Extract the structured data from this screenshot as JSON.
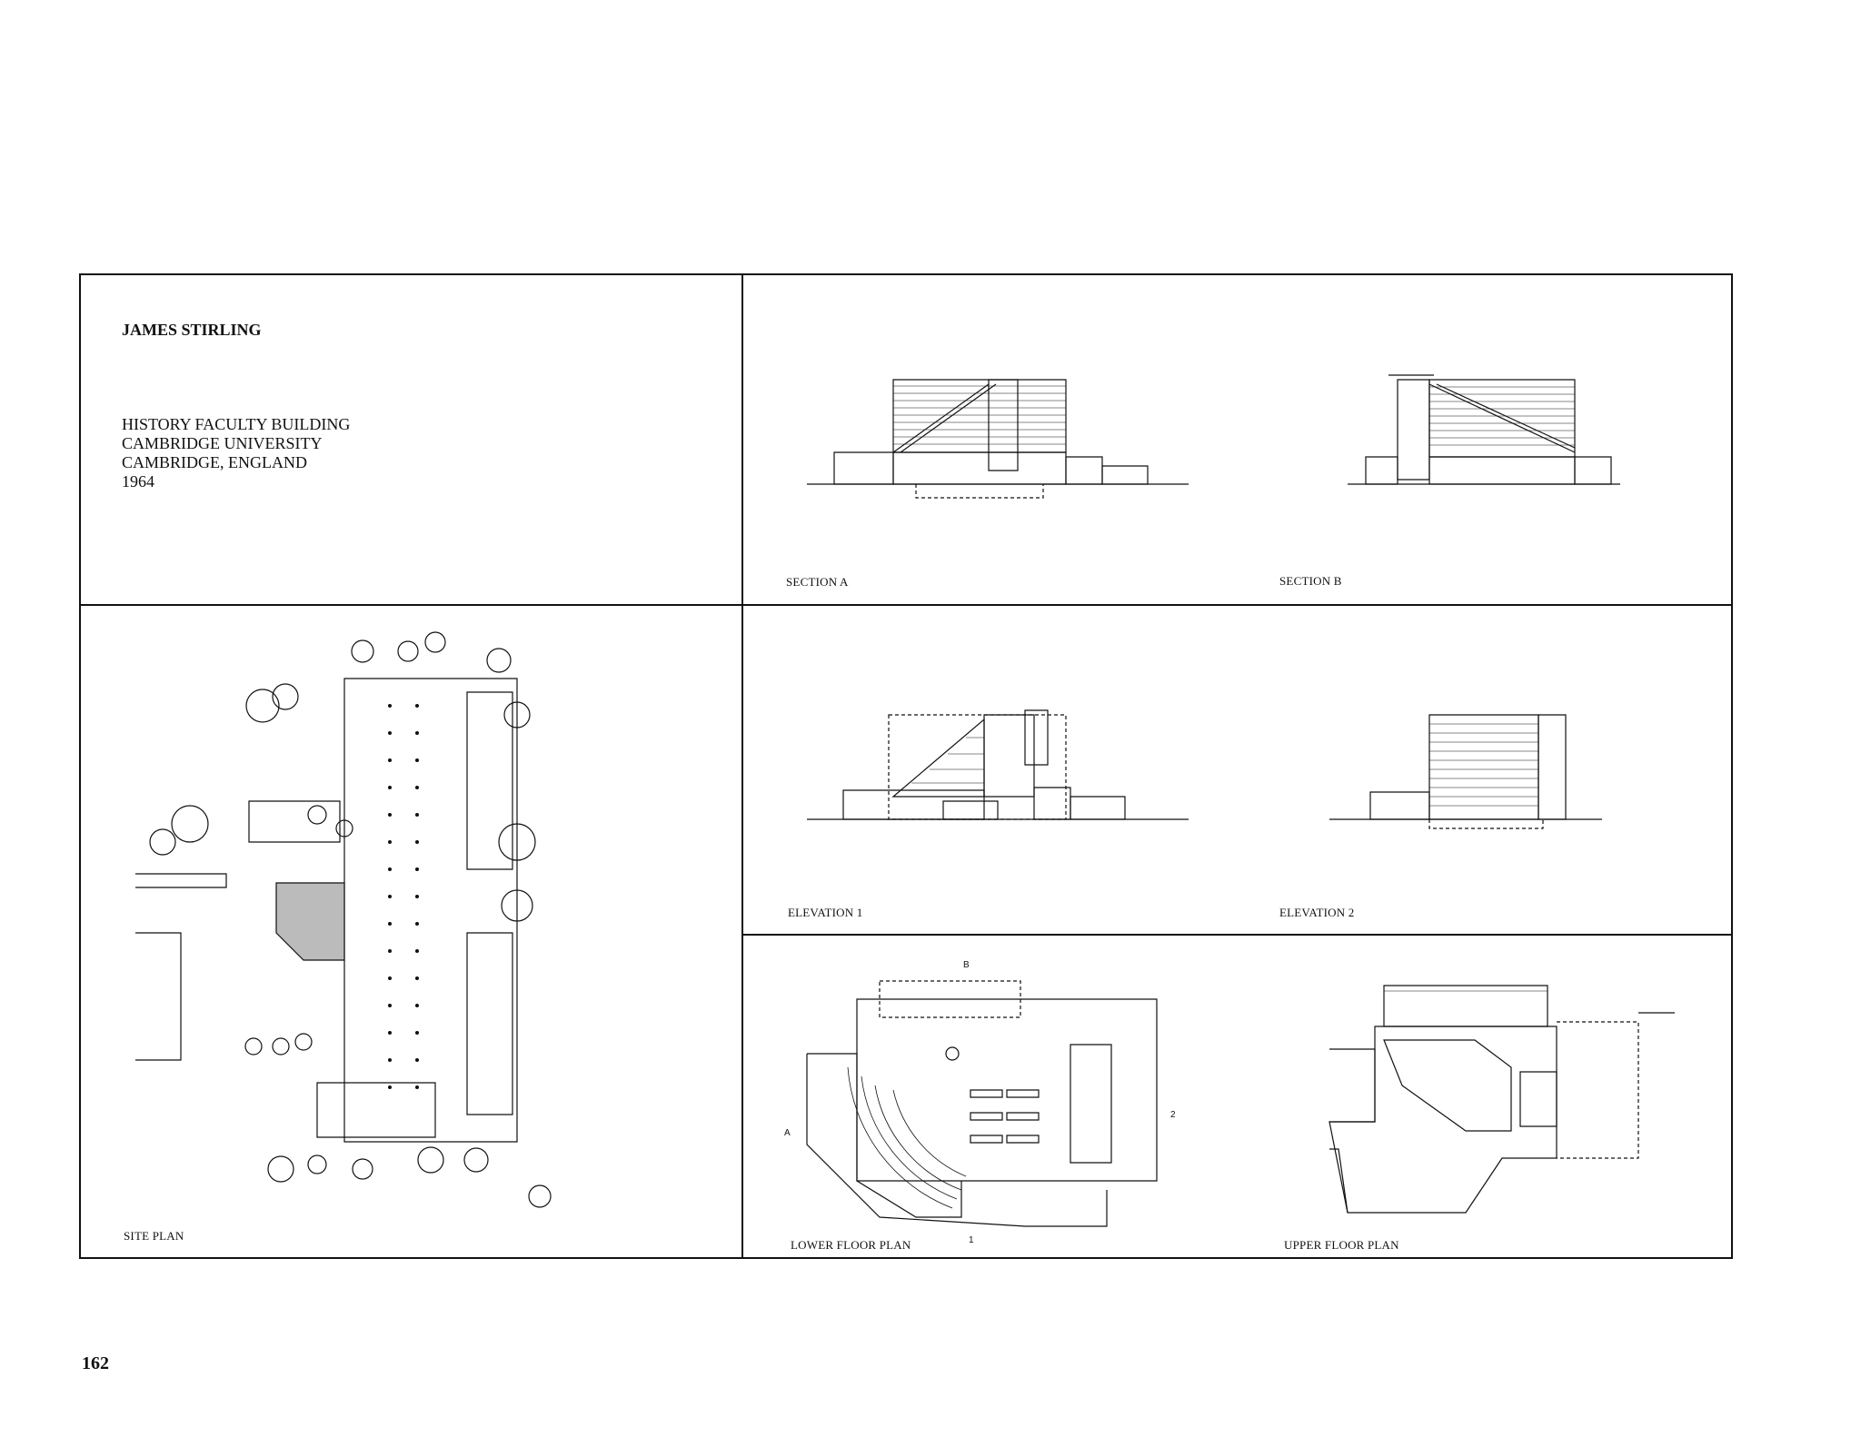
{
  "sheet": {
    "author": "JAMES STIRLING",
    "project_lines": [
      "HISTORY FACULTY BUILDING",
      "CAMBRIDGE UNIVERSITY",
      "CAMBRIDGE, ENGLAND",
      "1964"
    ],
    "page_number": "162"
  },
  "drawings": {
    "section_a": "SECTION A",
    "section_b": "SECTION B",
    "elevation_1": "ELEVATION 1",
    "elevation_2": "ELEVATION 2",
    "site_plan": "SITE PLAN",
    "lower_floor_plan": "LOWER FLOOR PLAN",
    "upper_floor_plan": "UPPER FLOOR PLAN"
  },
  "plan_markers": {
    "section_a_mark": "A",
    "section_b_mark": "B",
    "elevation_1_mark": "1",
    "elevation_2_mark": "2"
  }
}
